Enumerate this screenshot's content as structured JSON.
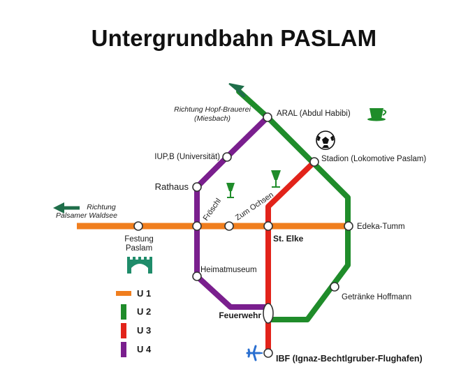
{
  "title": "Untergrundbahn PASLAM",
  "lines": [
    {
      "name": "U 1",
      "color": "#f07e1e"
    },
    {
      "name": "U 2",
      "color": "#1f8c2a"
    },
    {
      "name": "U 3",
      "color": "#e2231a"
    },
    {
      "name": "U 4",
      "color": "#7a1f8e"
    }
  ],
  "stations": {
    "aral": "ARAL (Abdul Habibi)",
    "iup": "IUP,B (Universität)",
    "rathaus": "Rathaus",
    "stadion": "Stadion (Lokomotive Paslam)",
    "froeschl": "Fröschl",
    "zum_ochsen": "Zum Ochsen",
    "st_elke": "St. Elke",
    "edeka": "Edeka-Tumm",
    "festung_1": "Festung",
    "festung_2": "Paslam",
    "heimatmuseum": "Heimatmuseum",
    "getraenke": "Getränke Hoffmann",
    "feuerwehr": "Feuerwehr",
    "ibf": "IBF (Ignaz-Bechtlgruber-Flughafen)"
  },
  "directions": {
    "hopf_1": "Richtung Hopf-Brauerei",
    "hopf_2": "(Miesbach)",
    "waldsee_1": "Richtung",
    "waldsee_2": "Palsamer Waldsee"
  },
  "icons": {
    "cup": "coffee-cup-icon",
    "ball": "soccer-ball-icon",
    "glass": "beer-glass-icon",
    "castle": "castle-gate-icon",
    "plane": "airplane-icon",
    "arrow": "direction-arrow-icon"
  }
}
